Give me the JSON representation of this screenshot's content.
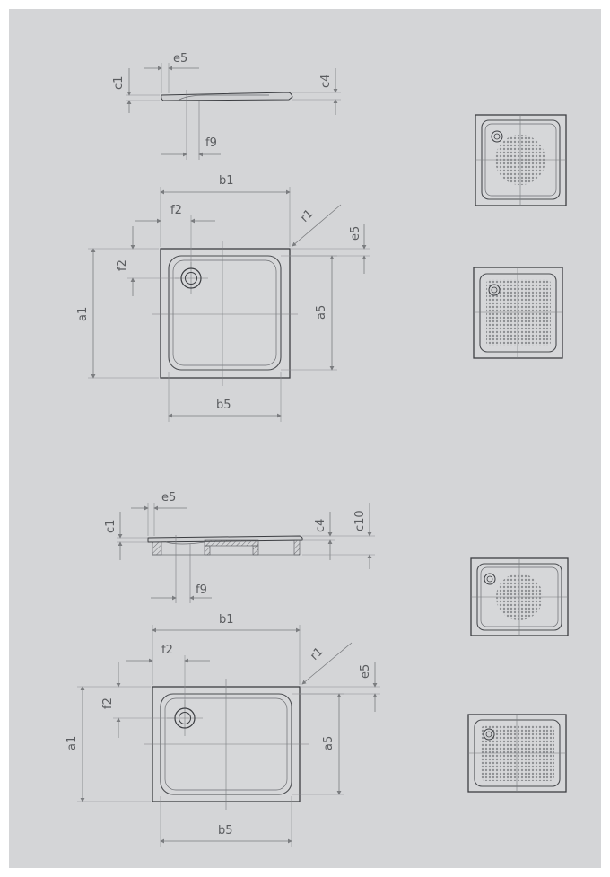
{
  "labels": {
    "e5": "e5",
    "c1": "c1",
    "c4": "c4",
    "c10": "c10",
    "f9": "f9",
    "b1": "b1",
    "f2": "f2",
    "r1": "r1",
    "a1": "a1",
    "a5": "a5",
    "b5": "b5"
  },
  "colors": {
    "background": "#d4d5d7",
    "line": "#3c3e42",
    "dimension": "#7b7d80",
    "label": "#5a5c5f"
  }
}
